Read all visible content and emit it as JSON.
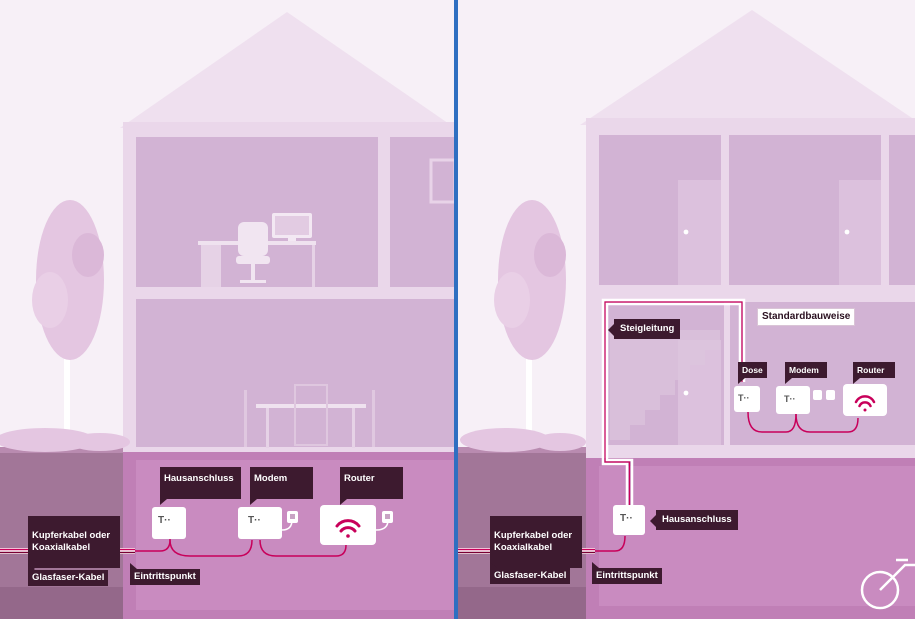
{
  "colors": {
    "divider": "#2f6fc1",
    "wall": "#d2b3d4",
    "roof": "#efe0ef",
    "basement": "#c07fb6",
    "ground": "#a27698",
    "cable_red": "#c8005a",
    "label_bg": "#3d1a2f"
  },
  "left_panel": {
    "labels": {
      "hausanschluss": "Hausanschluss",
      "modem": "Modem",
      "router": "Router",
      "kupferkabel": "Kupferkabel oder\nKoaxialkabel",
      "glasfaser": "Glasfaser-Kabel",
      "eintrittspunkt": "Eintrittspunkt"
    }
  },
  "right_panel": {
    "labels": {
      "standardbauweise": "Standardbauweise",
      "steigleitung": "Steigleitung",
      "dose": "Dose",
      "modem": "Modem",
      "router": "Router",
      "hausanschluss": "Hausanschluss",
      "kupferkabel": "Kupferkabel oder\nKoaxialkabel",
      "glasfaser": "Glasfaser-Kabel",
      "eintrittspunkt": "Eintrittspunkt"
    }
  },
  "device_logo": "T··",
  "icons": {
    "router": "wifi-icon",
    "tree": "tree-icon",
    "bicycle": "bicycle-icon",
    "plug": "plug-icon"
  }
}
